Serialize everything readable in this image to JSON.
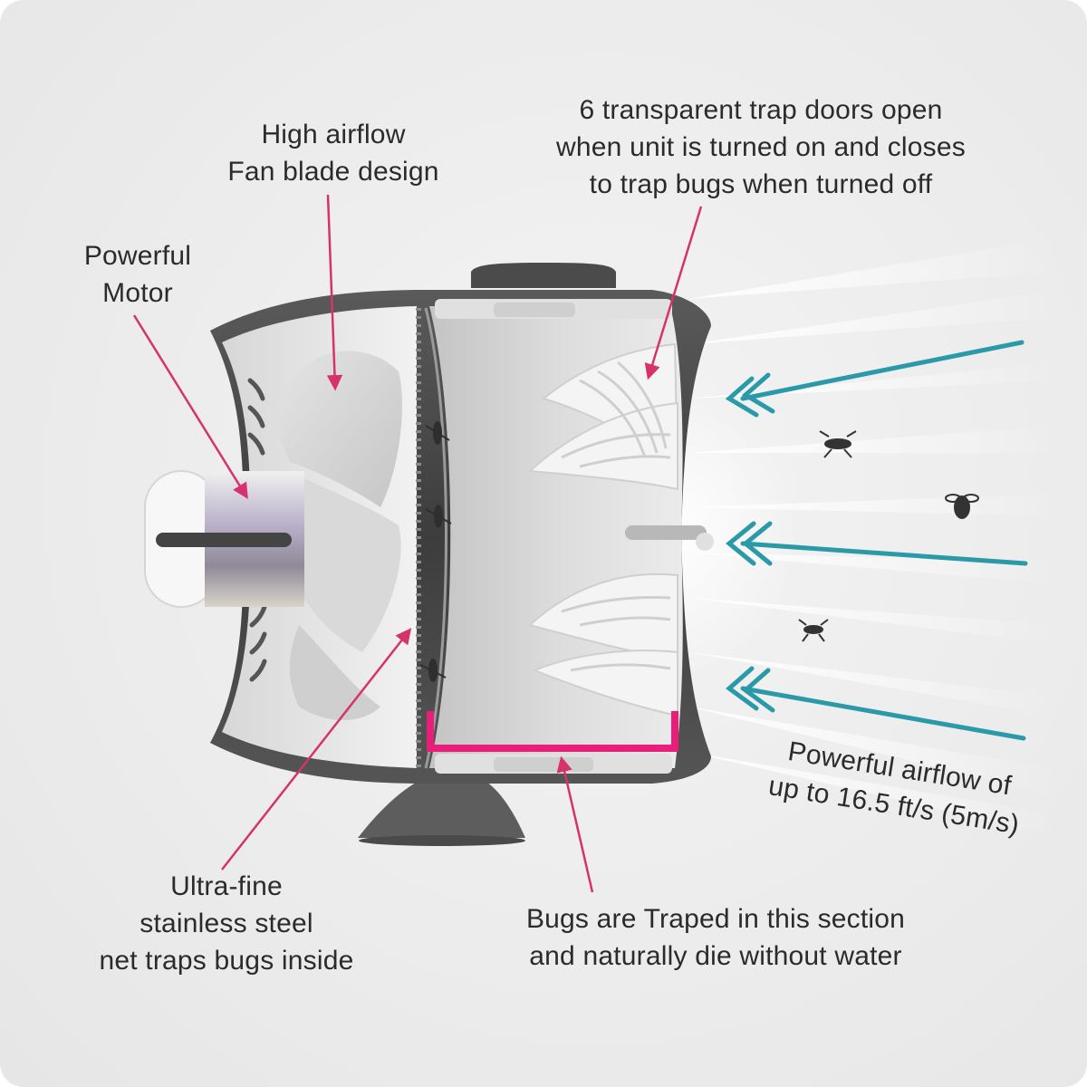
{
  "callouts": {
    "motor": {
      "lines": [
        "Powerful",
        "Motor"
      ]
    },
    "fan_blade": {
      "lines": [
        "High airflow",
        "Fan blade design"
      ]
    },
    "trap_doors": {
      "lines": [
        "6 transparent trap doors open",
        "when unit is turned on and closes",
        "to trap bugs when turned off"
      ]
    },
    "net": {
      "lines": [
        "Ultra-fine",
        "stainless steel",
        "net traps bugs inside"
      ]
    },
    "trap_section": {
      "lines": [
        "Bugs are Traped in this section",
        "and naturally die without water"
      ]
    },
    "airflow": {
      "lines": [
        "Powerful airflow of",
        "up to 16.5 ft/s (5m/s)"
      ]
    }
  },
  "colors": {
    "pointer": "#d6336c",
    "airflow_arrow": "#2a9aa8",
    "text": "#2b2b2b",
    "housing_dark": "#4a4a4a",
    "housing_light": "#e6e6e6",
    "bracket": "#e91e7a"
  },
  "icons": [
    "mosquito-icon",
    "fly-icon"
  ]
}
